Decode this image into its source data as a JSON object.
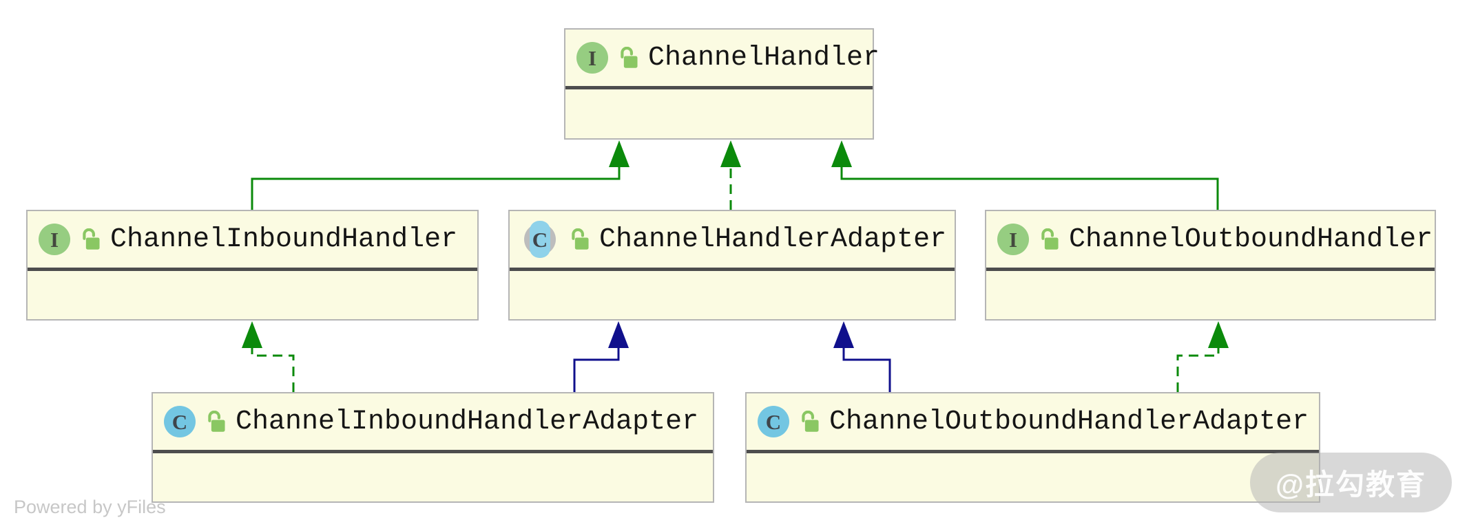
{
  "diagram": {
    "title": "Netty ChannelHandler class hierarchy",
    "nodes": [
      {
        "id": "ChannelHandler",
        "label": "ChannelHandler",
        "kind": "interface",
        "icon_letter": "I"
      },
      {
        "id": "ChannelInboundHandler",
        "label": "ChannelInboundHandler",
        "kind": "interface",
        "icon_letter": "I"
      },
      {
        "id": "ChannelHandlerAdapter",
        "label": "ChannelHandlerAdapter",
        "kind": "abstract-class",
        "icon_letter": "C"
      },
      {
        "id": "ChannelOutboundHandler",
        "label": "ChannelOutboundHandler",
        "kind": "interface",
        "icon_letter": "I"
      },
      {
        "id": "ChannelInboundHandlerAdapter",
        "label": "ChannelInboundHandlerAdapter",
        "kind": "class",
        "icon_letter": "C"
      },
      {
        "id": "ChannelOutboundHandlerAdapter",
        "label": "ChannelOutboundHandlerAdapter",
        "kind": "class",
        "icon_letter": "C"
      }
    ],
    "edges": [
      {
        "from": "ChannelInboundHandler",
        "to": "ChannelHandler",
        "relation": "extends",
        "line": "solid",
        "color": "#0b8a0b"
      },
      {
        "from": "ChannelHandlerAdapter",
        "to": "ChannelHandler",
        "relation": "implements",
        "line": "dashed",
        "color": "#0b8a0b"
      },
      {
        "from": "ChannelOutboundHandler",
        "to": "ChannelHandler",
        "relation": "extends",
        "line": "solid",
        "color": "#0b8a0b"
      },
      {
        "from": "ChannelInboundHandlerAdapter",
        "to": "ChannelInboundHandler",
        "relation": "implements",
        "line": "dashed",
        "color": "#0b8a0b"
      },
      {
        "from": "ChannelInboundHandlerAdapter",
        "to": "ChannelHandlerAdapter",
        "relation": "extends",
        "line": "solid",
        "color": "#10108c"
      },
      {
        "from": "ChannelOutboundHandlerAdapter",
        "to": "ChannelHandlerAdapter",
        "relation": "extends",
        "line": "solid",
        "color": "#10108c"
      },
      {
        "from": "ChannelOutboundHandlerAdapter",
        "to": "ChannelOutboundHandler",
        "relation": "implements",
        "line": "dashed",
        "color": "#0b8a0b"
      }
    ],
    "colors": {
      "node_fill": "#fbfbe2",
      "node_border": "#b5b5b5",
      "compartment_separator": "#4d4d4d",
      "extends_interface_edge": "#0b8a0b",
      "extends_class_edge": "#10108c",
      "interface_icon_bg": "#96cd81",
      "class_icon_bg": "#73c6e2",
      "abstract_icon_bg": "#bdbdbd",
      "lock_icon": "#8ac763"
    }
  },
  "watermark": {
    "text": "@拉勾教育"
  },
  "footer": {
    "powered_by": "Powered by yFiles"
  }
}
